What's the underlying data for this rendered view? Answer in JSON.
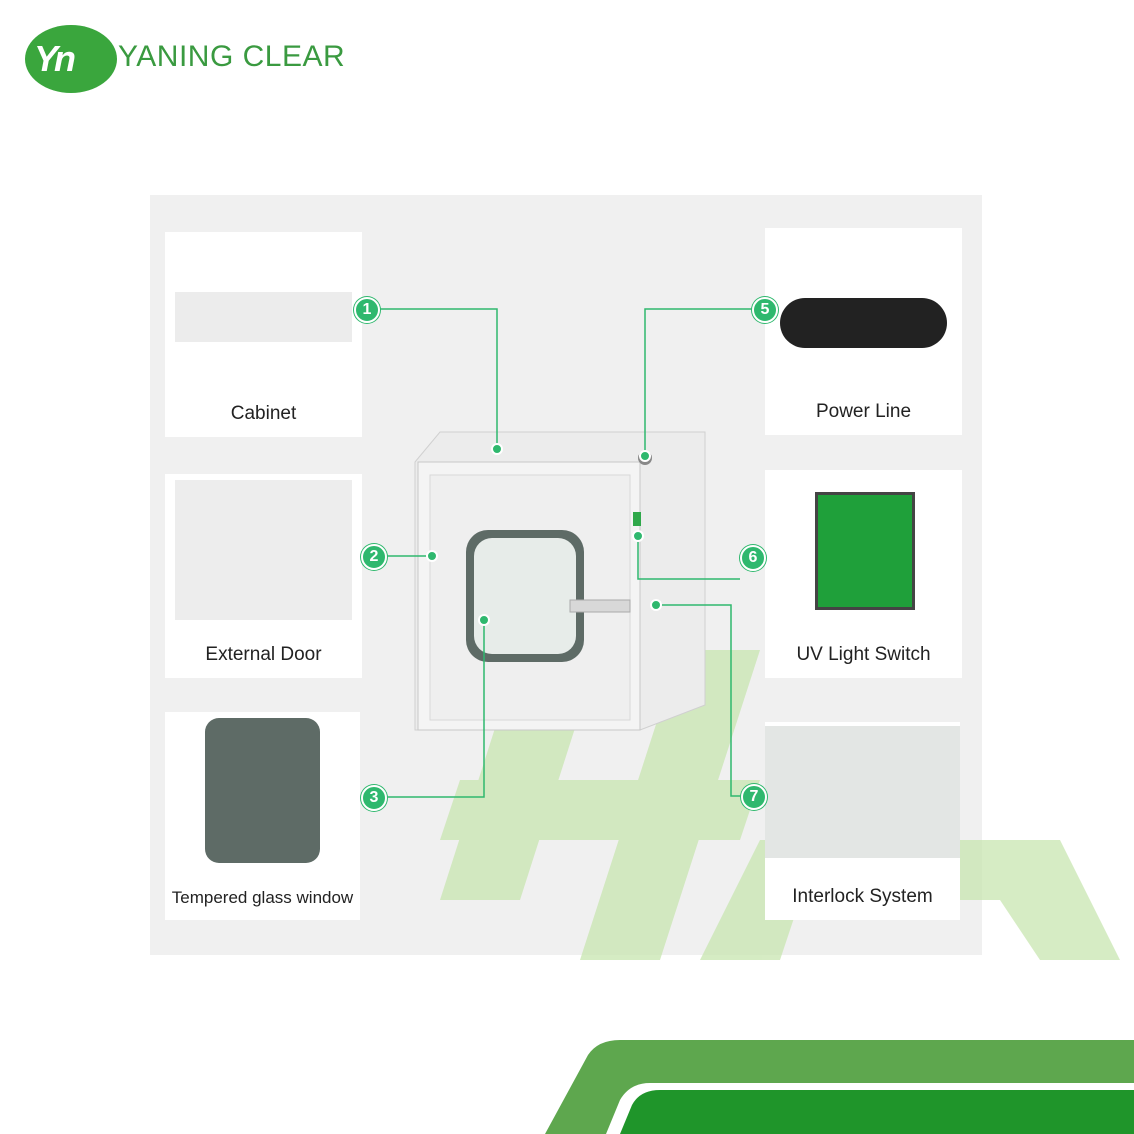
{
  "brand": {
    "name": "YANING CLEAR",
    "logo_mark": "Yn",
    "color": "#3aa63d"
  },
  "parts": [
    {
      "number": "1",
      "label": "Cabinet"
    },
    {
      "number": "2",
      "label": "External Door"
    },
    {
      "number": "3",
      "label": "Tempered glass window"
    },
    {
      "number": "5",
      "label": "Power Line"
    },
    {
      "number": "6",
      "label": "UV Light Switch"
    },
    {
      "number": "7",
      "label": "Interlock System"
    }
  ],
  "accent_color": "#2fb86e"
}
